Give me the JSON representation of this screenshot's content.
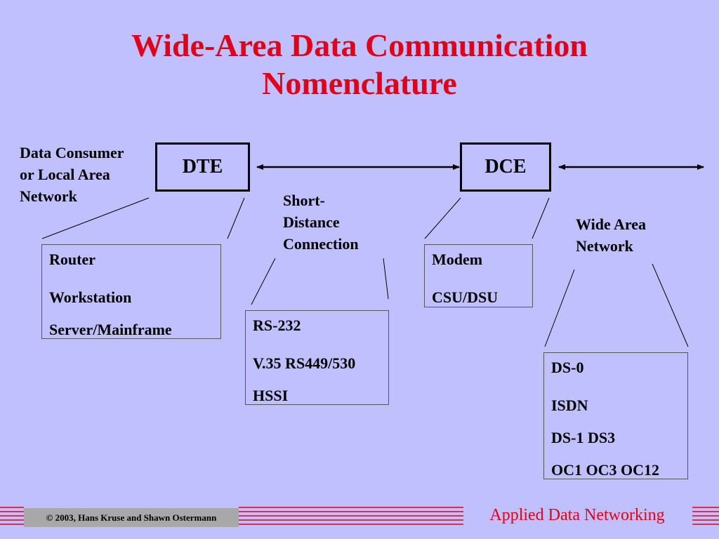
{
  "title": {
    "line1": "Wide-Area Data Communication",
    "line2": "Nomenclature"
  },
  "nodes": {
    "dte": "DTE",
    "dce": "DCE"
  },
  "labels": {
    "data_consumer": [
      "Data Consumer",
      "or Local Area",
      "Network"
    ],
    "short_distance": [
      "Short-",
      "Distance",
      "Connection"
    ],
    "wide_area": [
      "Wide Area",
      "Network"
    ]
  },
  "boxes": {
    "dte_devices": [
      "Router",
      "Workstation",
      "Server/Mainframe"
    ],
    "short_links": [
      "RS-232",
      "V.35 RS449/530",
      "HSSI"
    ],
    "dce_devices": [
      "Modem",
      "CSU/DSU"
    ],
    "wan_links": [
      "DS-0",
      "ISDN",
      "DS-1 DS3",
      "OC1 OC3 OC12"
    ]
  },
  "footer": {
    "copyright": "© 2003, Hans Kruse and Shawn Ostermann",
    "brand": "Applied Data Networking"
  },
  "colors": {
    "background": "#c0c0ff",
    "title": "#e0001a",
    "footer_bar": "#a8a8a8"
  }
}
